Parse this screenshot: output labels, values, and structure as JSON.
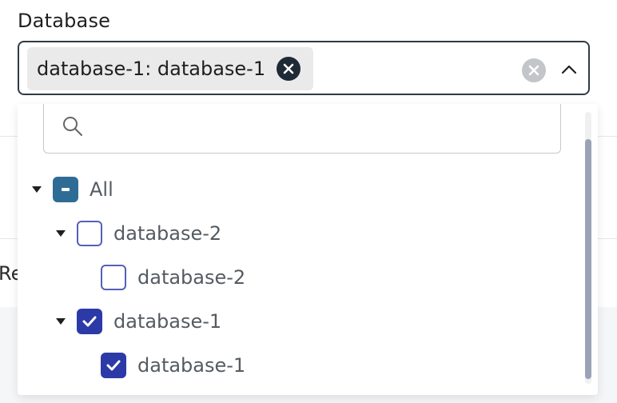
{
  "field": {
    "label": "Database",
    "selected_chip": "database-1: database-1"
  },
  "background": {
    "partial_text": "Re"
  },
  "dropdown": {
    "search": {
      "value": "",
      "placeholder": ""
    },
    "tree": {
      "all": {
        "label": "All",
        "state": "partial",
        "expanded": true
      },
      "groups": [
        {
          "label": "database-2",
          "state": "unchecked",
          "expanded": true,
          "children": [
            {
              "label": "database-2",
              "state": "unchecked"
            }
          ]
        },
        {
          "label": "database-1",
          "state": "checked",
          "expanded": true,
          "children": [
            {
              "label": "database-1",
              "state": "checked"
            }
          ]
        }
      ]
    }
  },
  "icons": {
    "chip_remove": "close-circle-icon",
    "clear": "close-circle-icon",
    "toggle": "chevron-up-icon",
    "search": "search-icon",
    "caret": "caret-down-icon",
    "check": "check-icon",
    "partial": "minus-icon"
  },
  "colors": {
    "checkbox_checked": "#2c3aa8",
    "checkbox_partial": "#2e6c96",
    "checkbox_border": "#5460b5",
    "chip_bg": "#eaeaea",
    "border": "#2f3a44"
  }
}
